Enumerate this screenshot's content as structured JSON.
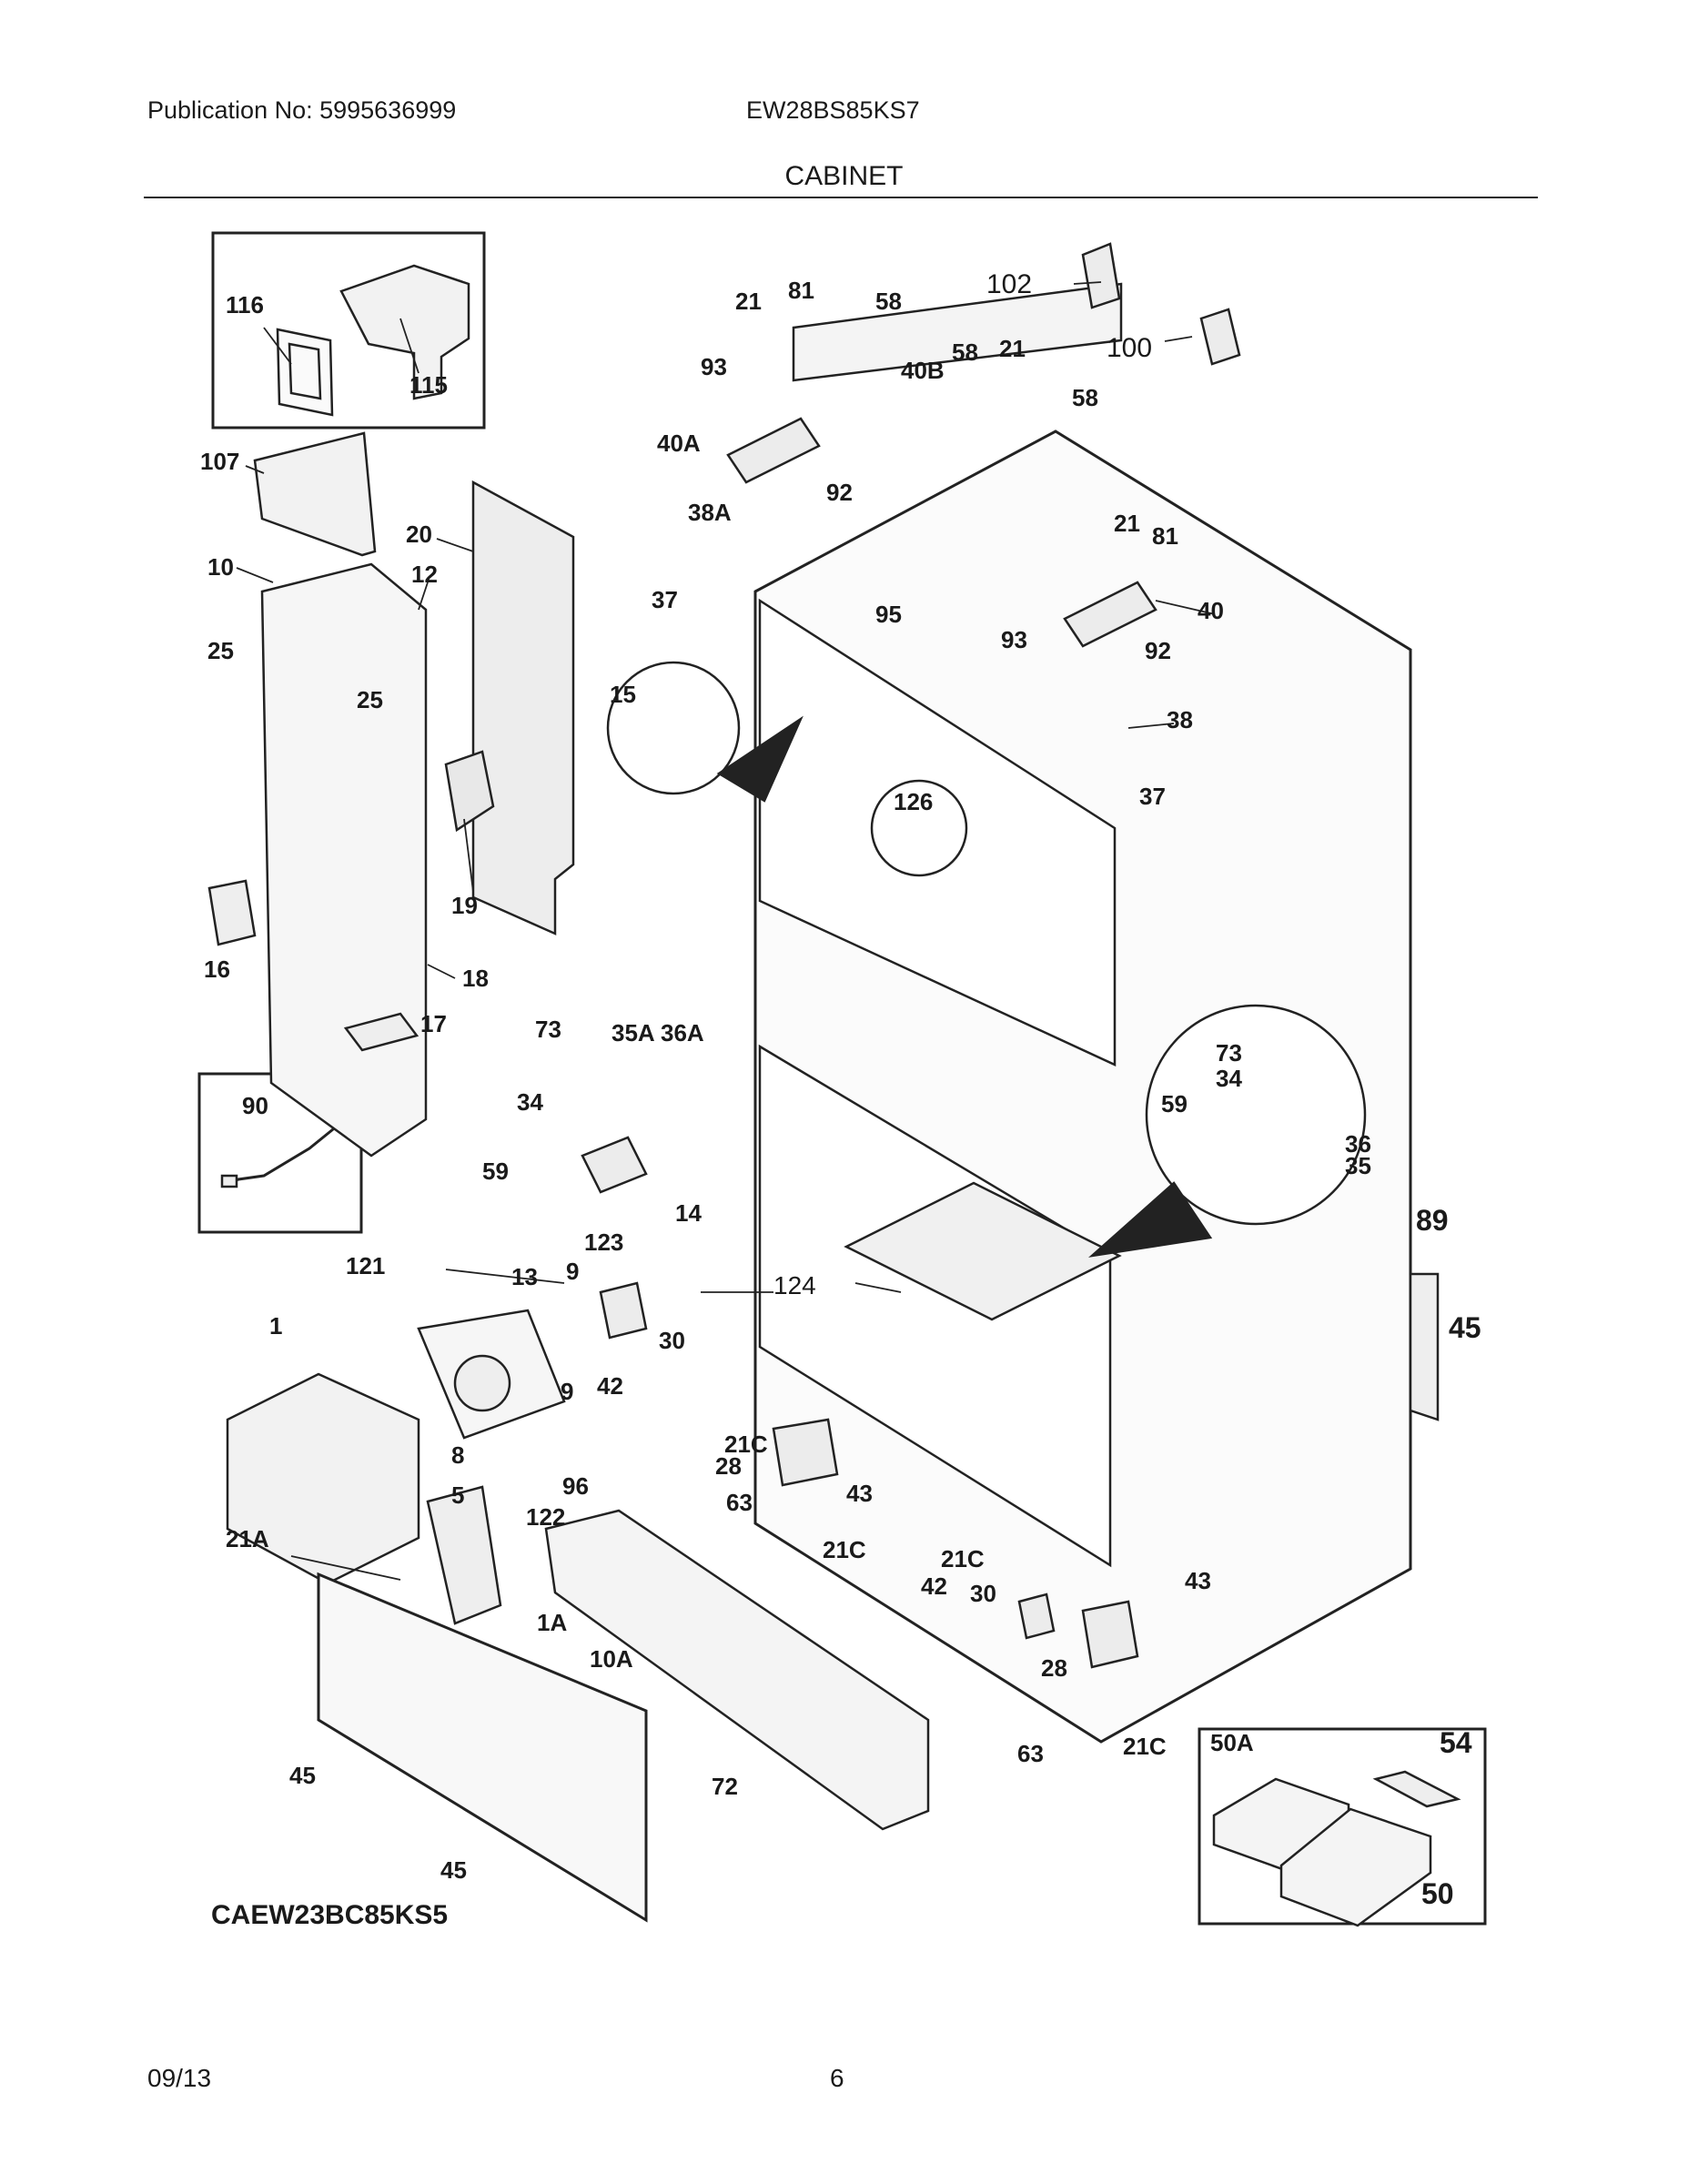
{
  "header": {
    "publication": "Publication No: 5995636999",
    "model": "EW28BS85KS7",
    "section_title": "CABINET"
  },
  "footer": {
    "date": "09/13",
    "page": "6"
  },
  "diagram": {
    "variant_label": "CAEW23BC85KS5",
    "callouts": [
      {
        "id": "c116",
        "label": "116"
      },
      {
        "id": "c115",
        "label": "115"
      },
      {
        "id": "c107",
        "label": "107"
      },
      {
        "id": "c20",
        "label": "20"
      },
      {
        "id": "c10",
        "label": "10"
      },
      {
        "id": "c12",
        "label": "12"
      },
      {
        "id": "c25a",
        "label": "25"
      },
      {
        "id": "c25b",
        "label": "25"
      },
      {
        "id": "c19",
        "label": "19"
      },
      {
        "id": "c16",
        "label": "16"
      },
      {
        "id": "c18",
        "label": "18"
      },
      {
        "id": "c17",
        "label": "17"
      },
      {
        "id": "c90",
        "label": "90"
      },
      {
        "id": "c21a",
        "label": "21"
      },
      {
        "id": "c81a",
        "label": "81"
      },
      {
        "id": "c58a",
        "label": "58"
      },
      {
        "id": "c102",
        "label": "102"
      },
      {
        "id": "c100",
        "label": "100"
      },
      {
        "id": "c93a",
        "label": "93"
      },
      {
        "id": "c40b",
        "label": "40B"
      },
      {
        "id": "c58b",
        "label": "58"
      },
      {
        "id": "c21b",
        "label": "21"
      },
      {
        "id": "c58c",
        "label": "58"
      },
      {
        "id": "c40a",
        "label": "40A"
      },
      {
        "id": "c92a",
        "label": "92"
      },
      {
        "id": "c38a",
        "label": "38A"
      },
      {
        "id": "c21c",
        "label": "21"
      },
      {
        "id": "c81b",
        "label": "81"
      },
      {
        "id": "c37a",
        "label": "37"
      },
      {
        "id": "c95",
        "label": "95"
      },
      {
        "id": "c93b",
        "label": "93"
      },
      {
        "id": "c40",
        "label": "40"
      },
      {
        "id": "c92b",
        "label": "92"
      },
      {
        "id": "c15",
        "label": "15"
      },
      {
        "id": "c38",
        "label": "38"
      },
      {
        "id": "c126",
        "label": "126"
      },
      {
        "id": "c37b",
        "label": "37"
      },
      {
        "id": "c73a",
        "label": "73"
      },
      {
        "id": "c35a",
        "label": "35A"
      },
      {
        "id": "c36a",
        "label": "36A"
      },
      {
        "id": "c34a",
        "label": "34"
      },
      {
        "id": "c59a",
        "label": "59"
      },
      {
        "id": "c73b",
        "label": "73"
      },
      {
        "id": "c34b",
        "label": "34"
      },
      {
        "id": "c59b",
        "label": "59"
      },
      {
        "id": "c36",
        "label": "36"
      },
      {
        "id": "c35",
        "label": "35"
      },
      {
        "id": "c14",
        "label": "14"
      },
      {
        "id": "c123",
        "label": "123"
      },
      {
        "id": "c121",
        "label": "121"
      },
      {
        "id": "c13",
        "label": "13"
      },
      {
        "id": "c9a",
        "label": "9"
      },
      {
        "id": "c124",
        "label": "124"
      },
      {
        "id": "c89",
        "label": "89"
      },
      {
        "id": "c45a",
        "label": "45"
      },
      {
        "id": "c1",
        "label": "1"
      },
      {
        "id": "c30a",
        "label": "30"
      },
      {
        "id": "c42a",
        "label": "42"
      },
      {
        "id": "c9b",
        "label": "9"
      },
      {
        "id": "c21c_a",
        "label": "21C"
      },
      {
        "id": "c28a",
        "label": "28"
      },
      {
        "id": "c8",
        "label": "8"
      },
      {
        "id": "c96",
        "label": "96"
      },
      {
        "id": "c5",
        "label": "5"
      },
      {
        "id": "c63a",
        "label": "63"
      },
      {
        "id": "c43a",
        "label": "43"
      },
      {
        "id": "c122",
        "label": "122"
      },
      {
        "id": "c21a_lbl",
        "label": "21A"
      },
      {
        "id": "c21c_b",
        "label": "21C"
      },
      {
        "id": "c21c_c",
        "label": "21C"
      },
      {
        "id": "c43b",
        "label": "43"
      },
      {
        "id": "c42b",
        "label": "42"
      },
      {
        "id": "c30b",
        "label": "30"
      },
      {
        "id": "c1a",
        "label": "1A"
      },
      {
        "id": "c10a",
        "label": "10A"
      },
      {
        "id": "c28b",
        "label": "28"
      },
      {
        "id": "c45b",
        "label": "45"
      },
      {
        "id": "c72",
        "label": "72"
      },
      {
        "id": "c63b",
        "label": "63"
      },
      {
        "id": "c21c_d",
        "label": "21C"
      },
      {
        "id": "c50a",
        "label": "50A"
      },
      {
        "id": "c54",
        "label": "54"
      },
      {
        "id": "c45c",
        "label": "45"
      },
      {
        "id": "c50",
        "label": "50"
      }
    ]
  }
}
